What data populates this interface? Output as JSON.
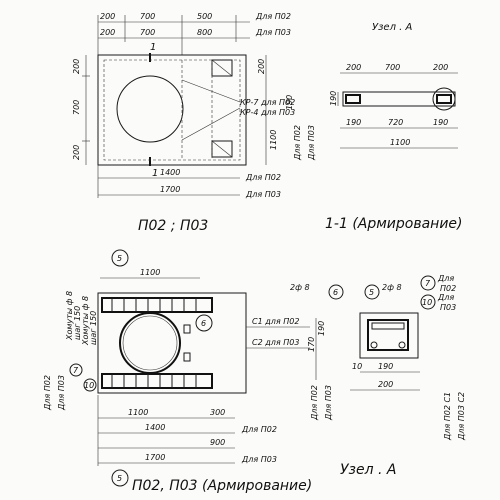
{
  "top_plan": {
    "row1": [
      "200",
      "700",
      "500"
    ],
    "row1_note": "Для П02",
    "row2": [
      "200",
      "700",
      "800"
    ],
    "row2_note": "Для П03",
    "section_mark": "1",
    "left_dims": [
      "200",
      "700",
      "200"
    ],
    "right_dims": [
      "200",
      "1100",
      "190"
    ],
    "right_notes": [
      "Для П02",
      "Для П03"
    ],
    "callouts": [
      "КР-7 для П02",
      "КР-4 для П03"
    ],
    "bottom_dims": [
      {
        "value": "1400",
        "note": "Для П02"
      },
      {
        "value": "1700",
        "note": "Для П03"
      }
    ],
    "title": "П02 ; П03"
  },
  "node_a_top": {
    "title": "Узел . А",
    "dims_top": [
      "200",
      "700",
      "200"
    ],
    "dims_bottom": [
      "190",
      "720",
      "190"
    ],
    "dim_total": "1100",
    "title_section": "1-1 (Армирование)"
  },
  "reinf_plan": {
    "marker_top": "5",
    "dim_top": "1100",
    "marker_right": "6",
    "left_labels": [
      "Хомуты ф 8",
      "шаг 150",
      "Хомуты ф 8",
      "шаг 150"
    ],
    "left_markers": [
      "7",
      "10"
    ],
    "left_notes": [
      "Для П02",
      "Для П03"
    ],
    "right_notes": [
      "С1 для П02",
      "С2 для П03"
    ],
    "right_dims": [
      "170",
      "190"
    ],
    "right_notes_vert": [
      "Для П02",
      "Для П03"
    ],
    "bottom_dims": [
      {
        "value": "1100",
        "note": ""
      },
      {
        "value": "300",
        "note": ""
      },
      {
        "value": "1400",
        "note": "Для П02"
      },
      {
        "value": "900",
        "note": ""
      },
      {
        "value": "1700",
        "note": "Для П03"
      }
    ],
    "marker_bottom": "5",
    "title": "П02, П03 (Армирование)"
  },
  "node_a_bottom": {
    "bar_left": "2ф 8",
    "bar_right": "2ф 8",
    "marker_mid": "5",
    "marker_left": "6",
    "callout_1": {
      "marker": "7",
      "notes": [
        "Для",
        "П02"
      ]
    },
    "callout_2": {
      "marker": "10",
      "notes": [
        "Для",
        "П03"
      ]
    },
    "dims": [
      "10",
      "190",
      "200"
    ],
    "right_vert": [
      "Для П02 С1",
      "Для П03 С2"
    ],
    "title": "Узел . А"
  }
}
